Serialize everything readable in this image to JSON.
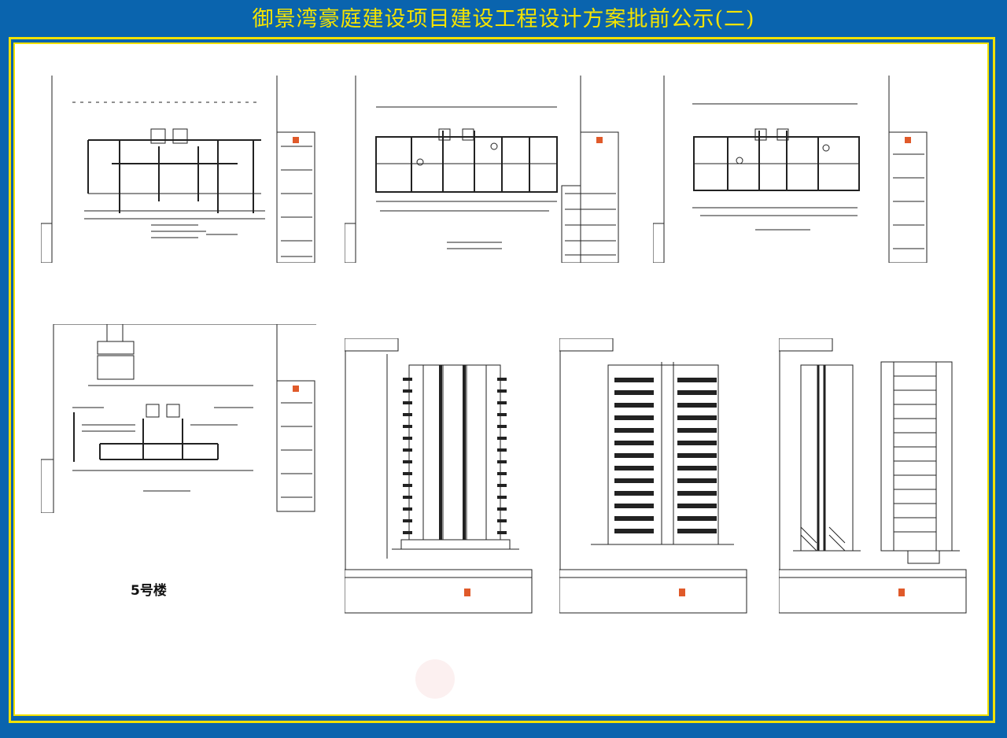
{
  "page": {
    "title": "御景湾豪庭建设项目建设工程设计方案批前公示(二)",
    "caption": "5号楼",
    "colors": {
      "background": "#0a64ae",
      "title": "#f5e400",
      "frame": "#f2e100",
      "stamp": "#e05a2a"
    }
  },
  "drawings": [
    {
      "id": "floor-plan-1",
      "kind": "floor-plan"
    },
    {
      "id": "floor-plan-2",
      "kind": "floor-plan"
    },
    {
      "id": "floor-plan-3",
      "kind": "floor-plan"
    },
    {
      "id": "floor-plan-4",
      "kind": "floor-plan"
    },
    {
      "id": "elevation-1",
      "kind": "elevation"
    },
    {
      "id": "elevation-2",
      "kind": "elevation"
    },
    {
      "id": "section-1",
      "kind": "section"
    }
  ]
}
